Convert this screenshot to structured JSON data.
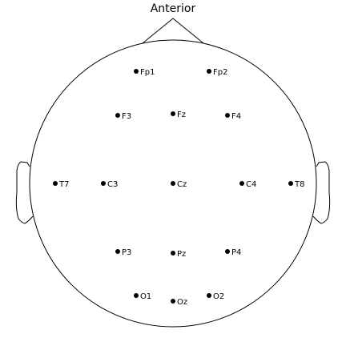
{
  "figure": {
    "title": "Anterior",
    "line_color": "#000000",
    "background": "#ffffff",
    "marker_color": "#000000"
  },
  "electrodes": [
    {
      "label": "Fp1"
    },
    {
      "label": "Fp2"
    },
    {
      "label": "F3"
    },
    {
      "label": "Fz"
    },
    {
      "label": "F4"
    },
    {
      "label": "T7"
    },
    {
      "label": "C3"
    },
    {
      "label": "Cz"
    },
    {
      "label": "C4"
    },
    {
      "label": "T8"
    },
    {
      "label": "P3"
    },
    {
      "label": "Pz"
    },
    {
      "label": "P4"
    },
    {
      "label": "O1"
    },
    {
      "label": "Oz"
    },
    {
      "label": "O2"
    }
  ]
}
